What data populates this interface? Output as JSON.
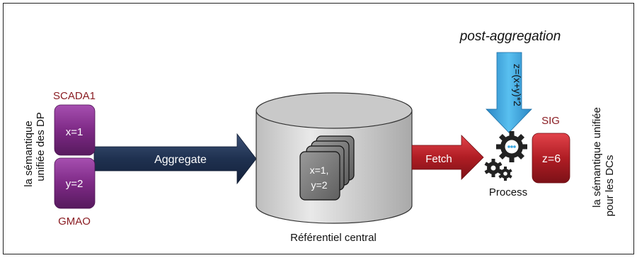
{
  "left_box": {
    "label_line1": "la sémantique",
    "label_line2": "unifiée des DP",
    "top_title": "SCADA1",
    "top_value": "x=1",
    "bottom_value": "y=2",
    "bottom_title": "GMAO"
  },
  "aggregate_arrow": {
    "label": "Aggregate"
  },
  "repository": {
    "stack_line1": "x=1,",
    "stack_line2": "y=2",
    "caption": "Référentiel central"
  },
  "fetch_arrow": {
    "label": "Fetch"
  },
  "post_aggregation": {
    "title": "post-aggregation",
    "formula": "z=(x+y)*2"
  },
  "process": {
    "caption": "Process"
  },
  "sig": {
    "title": "SIG",
    "value": "z=6"
  },
  "right_box": {
    "label_line1": "la sémantique unifiée",
    "label_line2": "pour les DCs"
  },
  "colors": {
    "purple": "#7e2a86",
    "navy": "#1f3150",
    "red": "#b01d24",
    "blue": "#38a5dd",
    "dark_red_text": "#8a1c22"
  }
}
